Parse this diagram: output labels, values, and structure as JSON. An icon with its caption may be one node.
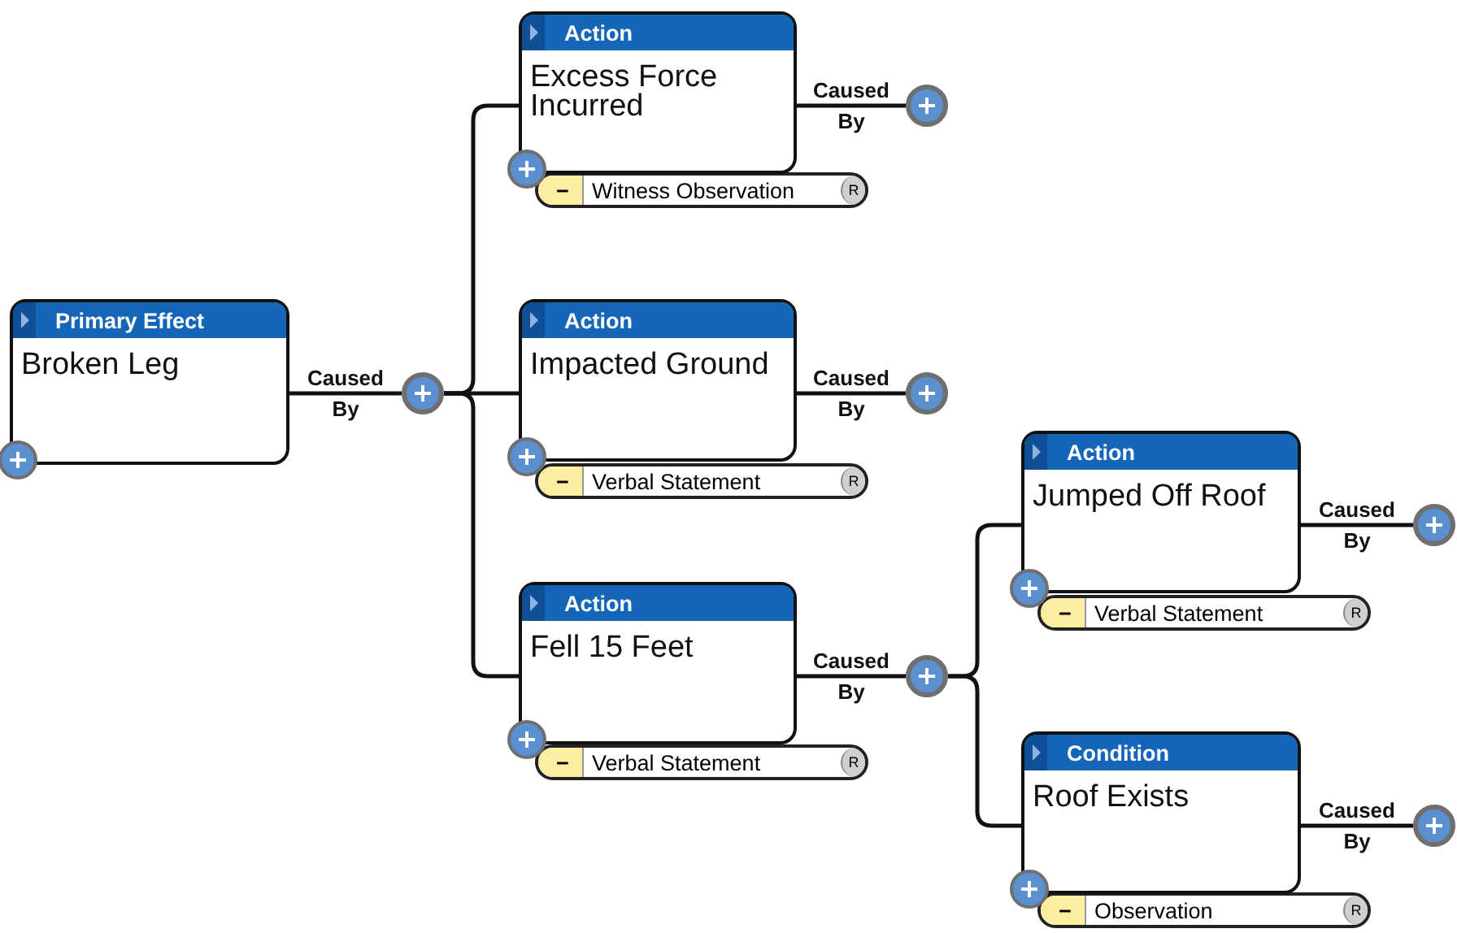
{
  "diagram": {
    "nodes": [
      {
        "text": [
          "Primary Effect",
          "Broken Leg"
        ]
      },
      {
        "text": [],
        "shape": "circle"
      },
      {
        "text": [
          "Action",
          "Excess Force Incurred"
        ]
      },
      {
        "text": [
          "−",
          "Witness Observation",
          "R"
        ]
      },
      {
        "text": [],
        "shape": "circle"
      },
      {
        "text": [
          "Action",
          "Impacted Ground"
        ]
      },
      {
        "text": [
          "−",
          "Verbal Statement",
          "R"
        ]
      },
      {
        "text": [],
        "shape": "circle"
      },
      {
        "text": [
          "Action",
          "Fell 15 Feet"
        ]
      },
      {
        "text": [
          "−",
          "Verbal Statement",
          "R"
        ]
      },
      {
        "text": [],
        "shape": "circle"
      },
      {
        "text": [
          "Action",
          "Jumped Off Roof"
        ]
      },
      {
        "text": [
          "−",
          "Verbal Statement",
          "R"
        ]
      },
      {
        "text": [],
        "shape": "circle"
      },
      {
        "text": [
          "Condition",
          "Roof Exists"
        ]
      },
      {
        "text": [
          "−",
          "Observation",
          "R"
        ]
      },
      {
        "text": [],
        "shape": "circle"
      }
    ],
    "edges": [
      {
        "from": 0,
        "to": 1,
        "arrow": "none",
        "label": "Caused By"
      },
      {
        "from": 1,
        "to": 2,
        "arrow": "none"
      },
      {
        "from": 1,
        "to": 5,
        "arrow": "none"
      },
      {
        "from": 1,
        "to": 8,
        "arrow": "none"
      },
      {
        "from": 2,
        "to": 4,
        "arrow": "none",
        "label": "Caused By"
      },
      {
        "from": 5,
        "to": 7,
        "arrow": "none",
        "label": "Caused By"
      },
      {
        "from": 8,
        "to": 10,
        "arrow": "none",
        "label": "Caused By"
      },
      {
        "from": 10,
        "to": 11,
        "arrow": "none"
      },
      {
        "from": 10,
        "to": 14,
        "arrow": "none"
      },
      {
        "from": 11,
        "to": 13,
        "arrow": "none",
        "label": "Caused By"
      },
      {
        "from": 14,
        "to": 16,
        "arrow": "none",
        "label": "Caused By"
      }
    ]
  }
}
